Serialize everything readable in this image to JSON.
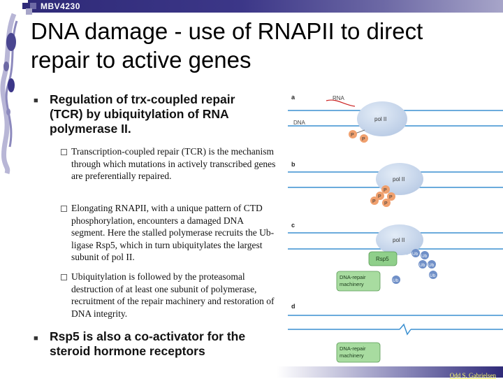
{
  "header": {
    "course_code": "MBV4230"
  },
  "slide": {
    "title": "DNA damage - use of RNAPII to direct repair to active genes"
  },
  "bullets": [
    {
      "text": "Regulation of trx-coupled repair (TCR) by ubiquitylation of RNA polymerase II.",
      "sub": [
        "Transcription-coupled repair (TCR) is the mechanism through which mutations in actively transcribed genes are preferentially repaired.",
        "Elongating RNAPII, with a unique pattern of CTD phosphorylation, encounters a damaged DNA segment. Here the stalled polymerase recruits the Ub-ligase Rsp5, which in turn ubiquitylates the largest subunit of pol II.",
        "Ubiquitylation is followed by the proteasomal destruction of at least one subunit of polymerase, recruitment of the repair machinery and restoration of DNA integrity."
      ]
    },
    {
      "text": "Rsp5 is also a co-activator for the steroid hormone receptors"
    }
  ],
  "figure": {
    "panels": [
      "a",
      "b",
      "c",
      "d"
    ],
    "rna_label": "RNA",
    "dna_label": "DNA",
    "pol_label": "pol II",
    "phospho_label": "P",
    "ub_label": "Ub",
    "rsp5_label": "Rsp5",
    "repair_label_1": "DNA-repair",
    "repair_label_2": "machinery",
    "colors": {
      "pol": "#b9cbe5",
      "phospho": "#f0a06e",
      "ub": "#6f8fc7",
      "repair": "#a8dca0",
      "rna": "#cc2222",
      "dna": "#3a8fd0"
    }
  },
  "footer": {
    "author": "Odd S. Gabrielsen"
  }
}
